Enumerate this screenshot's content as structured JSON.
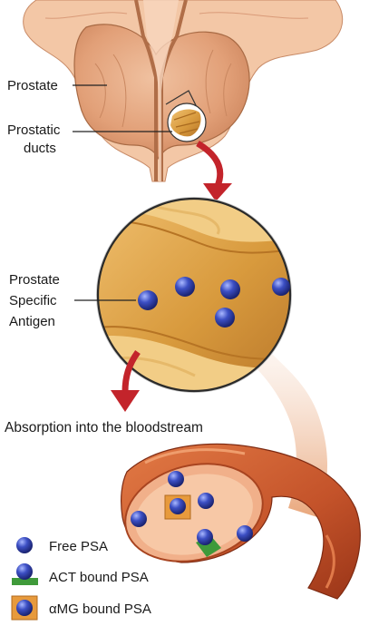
{
  "labels": {
    "prostate": "Prostate",
    "prostatic_ducts_line1": "Prostatic",
    "prostatic_ducts_line2": "ducts",
    "psa_line1": "Prostate",
    "psa_line2": "Specific",
    "psa_line3": "Antigen",
    "absorption": "Absorption into the bloodstream"
  },
  "legend": {
    "free_psa": "Free PSA",
    "act_bound_psa": "ACT bound PSA",
    "amg_bound_psa": "αMG bound PSA"
  },
  "colors": {
    "tissue": "#f3c7a6",
    "gland": "#e2a278",
    "duct_fill": "#e5a848",
    "arrow": "#c3242b",
    "vessel": "#c85a2c",
    "psa_ball": "#2e3fa8",
    "act_marker": "#3f9a3a",
    "amg_marker": "#e79a3c"
  }
}
